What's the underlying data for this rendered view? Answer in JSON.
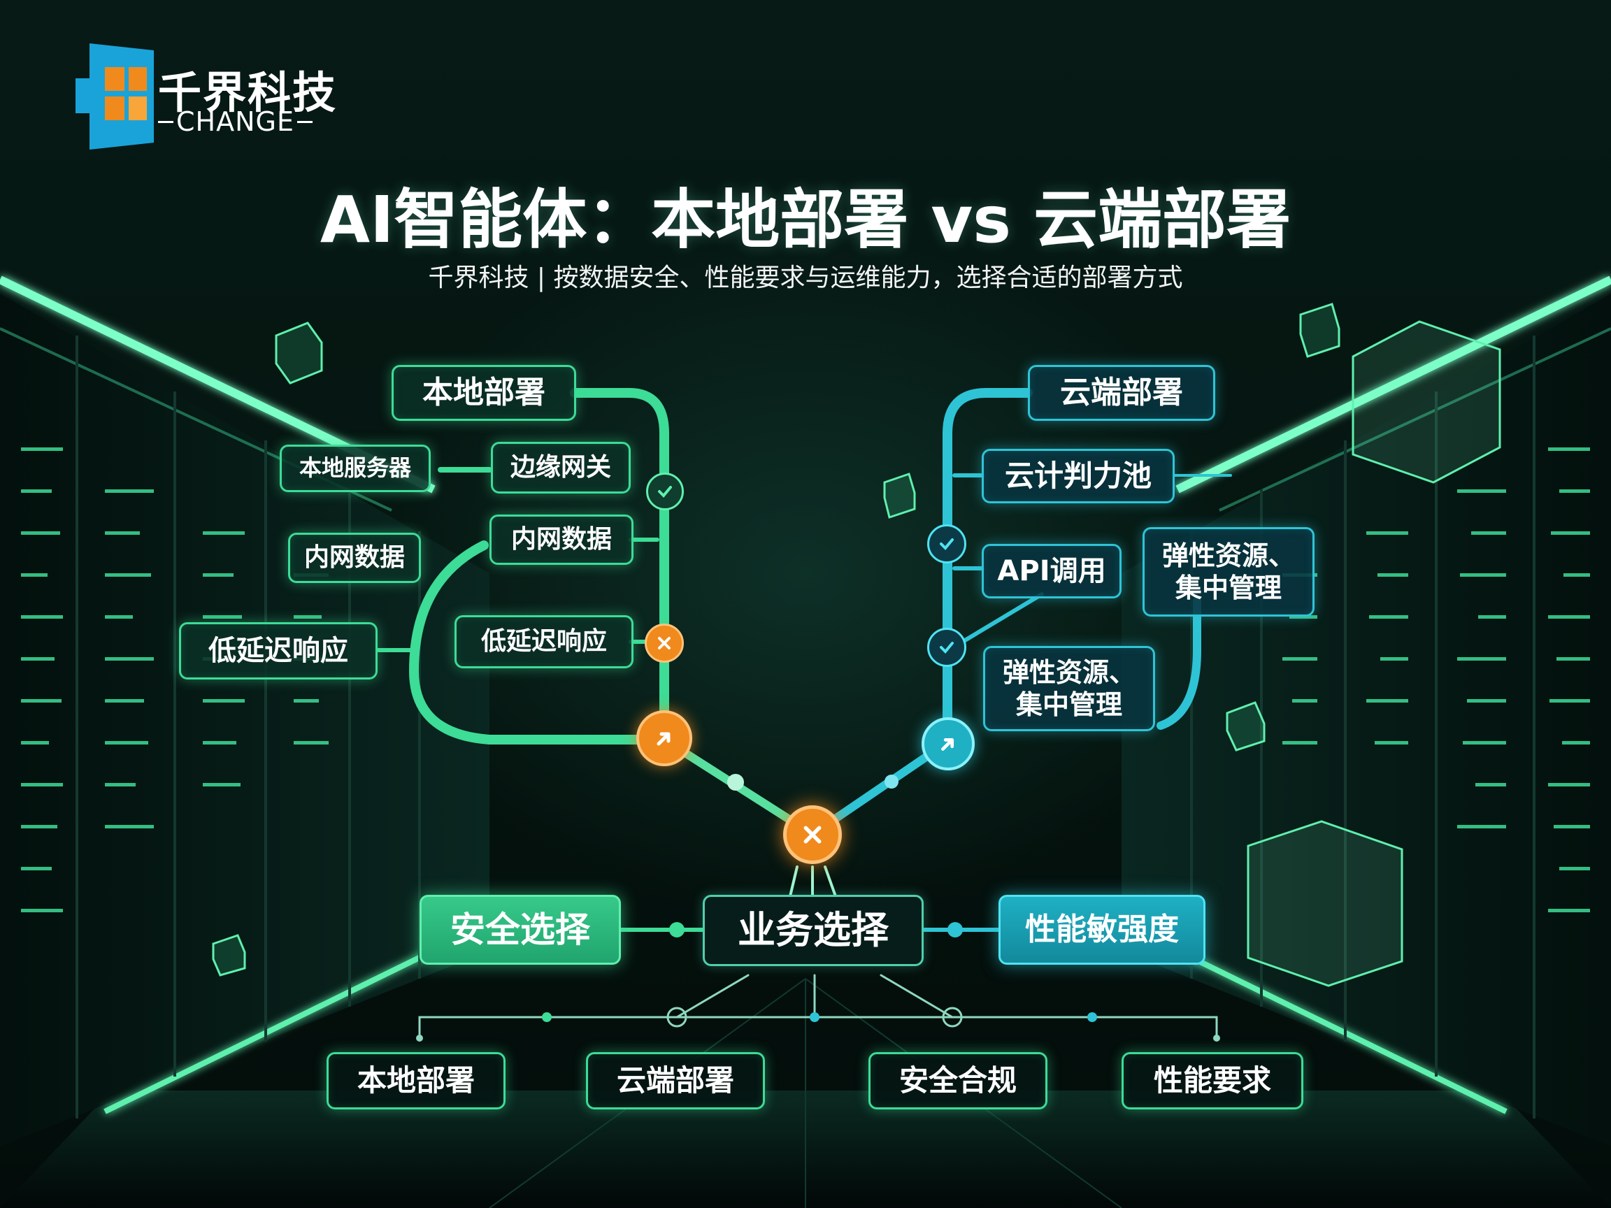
{
  "logo": {
    "name_cn": "千界科技",
    "name_en": "CHANGE"
  },
  "title": "AI智能体：本地部署 vs 云端部署",
  "subtitle": "千界科技 | 按数据安全、性能要求与运维能力，选择合适的部署方式",
  "local": {
    "root": "本地部署",
    "server": "本地服务器",
    "gateway": "边缘网关",
    "intranet_left": "内网数据",
    "intranet_right": "内网数据",
    "latency_left": "低延迟响应",
    "latency_right": "低延迟响应"
  },
  "cloud": {
    "root": "云端部署",
    "compute": "云计判力池",
    "api": "API调用",
    "elastic_right": "弹性资源、\n集中管理",
    "elastic_left": "弹性资源、\n集中管理"
  },
  "center": {
    "business": "业务选择",
    "security": "安全选择",
    "performance": "性能敏强度"
  },
  "bottom": [
    "本地部署",
    "云端部署",
    "安全合规",
    "性能要求"
  ],
  "colors": {
    "green": "#3ddc97",
    "cyan": "#2ec4d6",
    "orange": "#f08a1c",
    "background": "#05140f"
  },
  "icons": {
    "check": "check-icon",
    "close": "close-icon",
    "arrow": "arrow-icon"
  }
}
